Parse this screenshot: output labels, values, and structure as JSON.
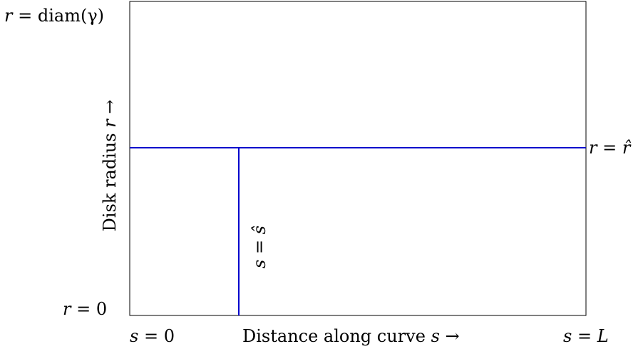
{
  "diagram": {
    "labels": {
      "top_left": {
        "lhs": "r",
        "eq": " = ",
        "rhs": "diam(γ)"
      },
      "bottom_left": {
        "lhs": "r",
        "eq": " = ",
        "rhs": "0"
      },
      "y_axis": {
        "text": "Disk radius ",
        "var": "r",
        "arrow": " →"
      },
      "right_hline": {
        "lhs": "r",
        "eq": " = ",
        "rhs": "r̂"
      },
      "x_start": {
        "lhs": "s",
        "eq": " = ",
        "rhs": "0"
      },
      "x_axis": {
        "text": "Distance along curve ",
        "var": "s",
        "arrow": " →"
      },
      "x_end": {
        "lhs": "s",
        "eq": " = ",
        "rhs": "L"
      },
      "vline": {
        "lhs": "s",
        "eq": " = ",
        "rhs": "ŝ"
      }
    },
    "colors": {
      "frame": "#000000",
      "threshold_lines": "#0000cc"
    }
  }
}
